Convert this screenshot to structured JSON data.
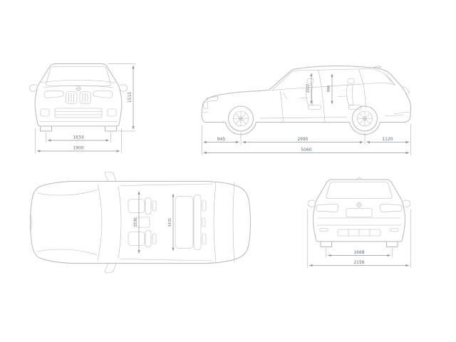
{
  "title": "vehicle-dimensions-four-view-diagram",
  "colors": {
    "bg": "#ffffff",
    "car_line": "#b4b9be",
    "dim_line": "#8f969c",
    "dim_text": "#666d74"
  },
  "dims": {
    "front": {
      "track": "1634",
      "overall_width": "1900",
      "height": "1515"
    },
    "side": {
      "front_overhang": "945",
      "wheelbase": "2995",
      "rear_overhang": "1120",
      "overall_length": "5060",
      "headroom_front": "1027",
      "headroom_rear": "996"
    },
    "top": {
      "interior_width_front": "1536",
      "interior_width_rear": "1431"
    },
    "rear": {
      "track": "1668",
      "overall_width_mirrors": "2156"
    }
  }
}
